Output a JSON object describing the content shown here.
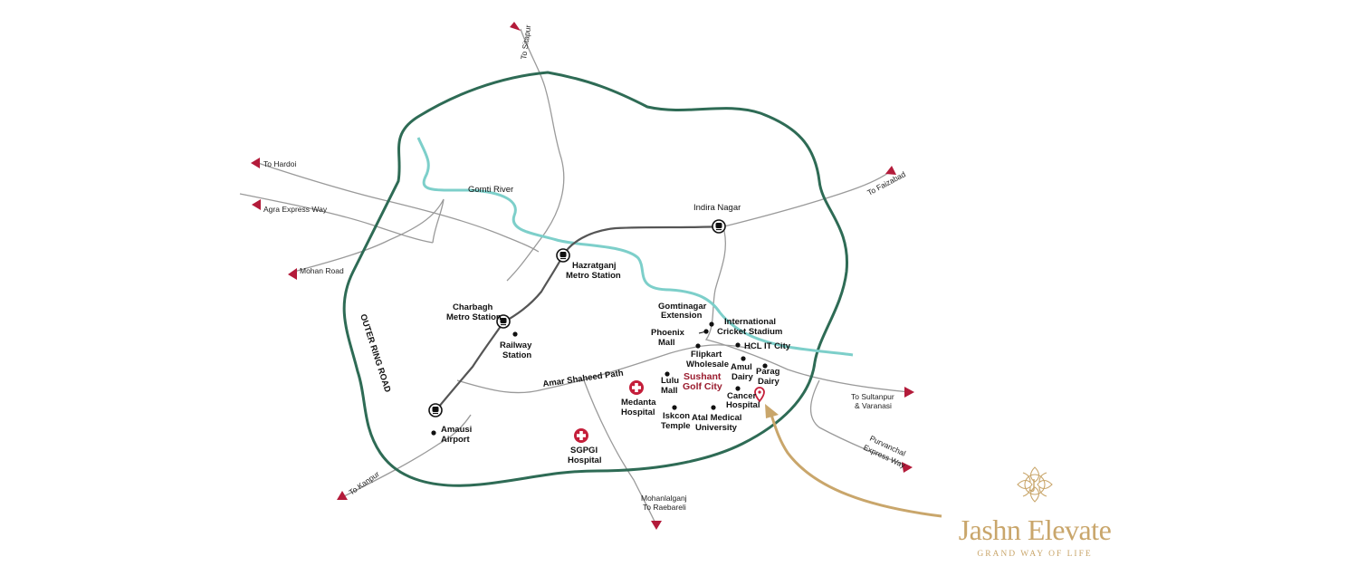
{
  "map": {
    "ring_road_label": "OUTER RING ROAD",
    "river_label": "Gomti River",
    "road_label": "Amar Shaheed Path",
    "places": {
      "indira_nagar": "Indira Nagar",
      "hazratganj_1": "Hazratganj",
      "hazratganj_2": "Metro Station",
      "charbagh_1": "Charbagh",
      "charbagh_2": "Metro Station",
      "railway_1": "Railway",
      "railway_2": "Station",
      "amausi_1": "Amausi",
      "amausi_2": "Airport",
      "gomtinagar_1": "Gomtinagar",
      "gomtinagar_2": "Extension",
      "stadium_1": "International",
      "stadium_2": "Cricket Stadium",
      "phoenix_1": "Phoenix",
      "phoenix_2": "Mall",
      "hcl": "HCL IT City",
      "flipkart_1": "Flipkart",
      "flipkart_2": "Wholesale",
      "amul_1": "Amul",
      "amul_2": "Dairy",
      "parag_1": "Parag",
      "parag_2": "Dairy",
      "lulu_1": "Lulu",
      "lulu_2": "Mall",
      "sushant_1": "Sushant",
      "sushant_2": "Golf City",
      "cancer_1": "Cancer",
      "cancer_2": "Hospital",
      "medanta_1": "Medanta",
      "medanta_2": "Hospital",
      "iskcon_1": "Iskcon",
      "iskcon_2": "Temple",
      "atal_1": "Atal Medical",
      "atal_2": "University",
      "sgpgi_1": "SGPGI",
      "sgpgi_2": "Hospital"
    },
    "directions": {
      "sitapur": "To Sitapur",
      "hardoi": "To Hardoi",
      "agra": "Agra Express Way",
      "mohan": "Mohan Road",
      "faizabad": "To Faizabad",
      "sultanpur_1": "To Sultanpur",
      "sultanpur_2": "& Varanasi",
      "purvanchal_1": "Purvanchal",
      "purvanchal_2": "Express Way",
      "mohanlalganj_1": "Mohanlalganj",
      "mohanlalganj_2": "To Raebareli",
      "kanpur": "To Kanpur"
    },
    "colors": {
      "ring_road": "#2e6b55",
      "river": "#7dcfca",
      "metro": "#555555",
      "roads": "#9a9a9a",
      "arrow_red": "#b31b3a",
      "highlight": "#9a1b2e",
      "gold": "#c9a66b"
    }
  },
  "brand": {
    "name": "Jashn Elevate",
    "tagline": "GRAND WAY OF LIFE"
  }
}
